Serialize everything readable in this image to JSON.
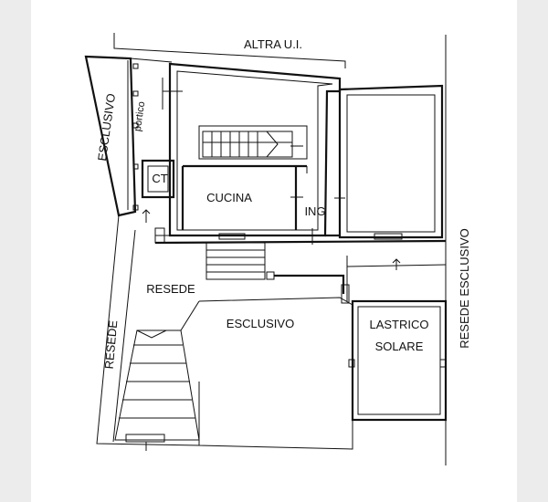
{
  "labels": {
    "top_neighbor": "ALTRA U.I.",
    "left_esclusivo": "ESCLUSIVO",
    "portico": "portico",
    "ct": "CT",
    "cucina": "CUCINA",
    "ing": "ING",
    "resede_center": "RESEDE",
    "esclusivo_center": "ESCLUSIVO",
    "lastrico_line1": "LASTRICO",
    "lastrico_line2": "SOLARE",
    "resede_left": "RESEDE",
    "resede_esclusivo_right": "RESEDE ESCLUSIVO"
  },
  "colors": {
    "background": "#ececec",
    "paper": "#ffffff",
    "ink": "#111111"
  }
}
